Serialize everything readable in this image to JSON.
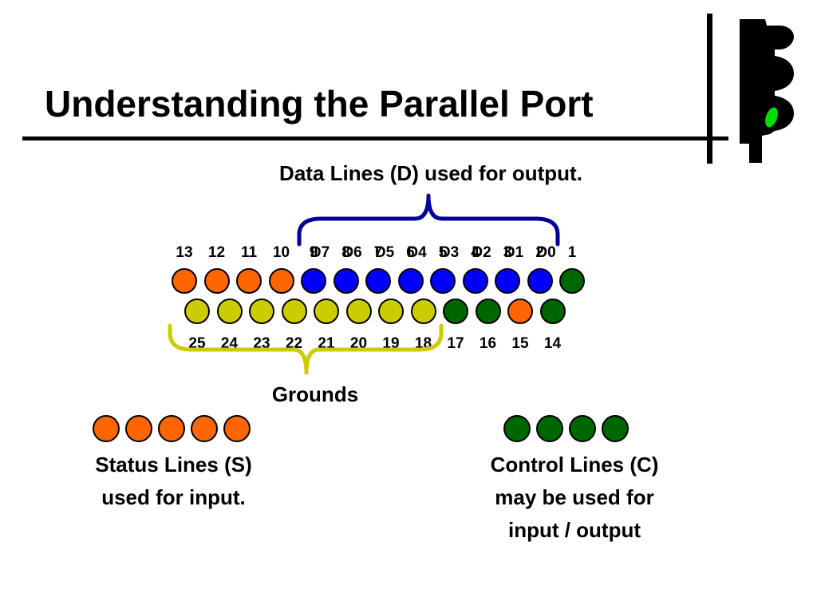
{
  "title": "Understanding the Parallel Port",
  "colors": {
    "status": "#ff6600",
    "data": "#0000ff",
    "control": "#006600",
    "ground": "#cccc00",
    "brace_data": "#000099",
    "brace_ground": "#cccc00",
    "traffic_light_green": "#00dd00"
  },
  "captions": {
    "data": "Data Lines (D) used for output.",
    "grounds": "Grounds",
    "status_line1": "Status Lines (S)",
    "status_line2": "used for input.",
    "control_line1": "Control Lines (C)",
    "control_line2": "may be used for",
    "control_line3": "input / output"
  },
  "top_row": {
    "pins": [
      "13",
      "12",
      "11",
      "10",
      "9",
      "8",
      "7",
      "6",
      "5",
      "4",
      "3",
      "2",
      "1"
    ],
    "types": [
      "status",
      "status",
      "status",
      "status",
      "data",
      "data",
      "data",
      "data",
      "data",
      "data",
      "data",
      "data",
      "control"
    ]
  },
  "data_labels": [
    "D7",
    "D6",
    "D5",
    "D4",
    "D3",
    "D2",
    "D1",
    "D0"
  ],
  "bottom_row": {
    "pins": [
      "25",
      "24",
      "23",
      "22",
      "21",
      "20",
      "19",
      "18",
      "17",
      "16",
      "15",
      "14"
    ],
    "types": [
      "ground",
      "ground",
      "ground",
      "ground",
      "ground",
      "ground",
      "ground",
      "ground",
      "control",
      "control",
      "status",
      "control"
    ]
  },
  "legend": {
    "status_count": 5,
    "control_count": 4
  },
  "logo": "traffic-light-icon"
}
